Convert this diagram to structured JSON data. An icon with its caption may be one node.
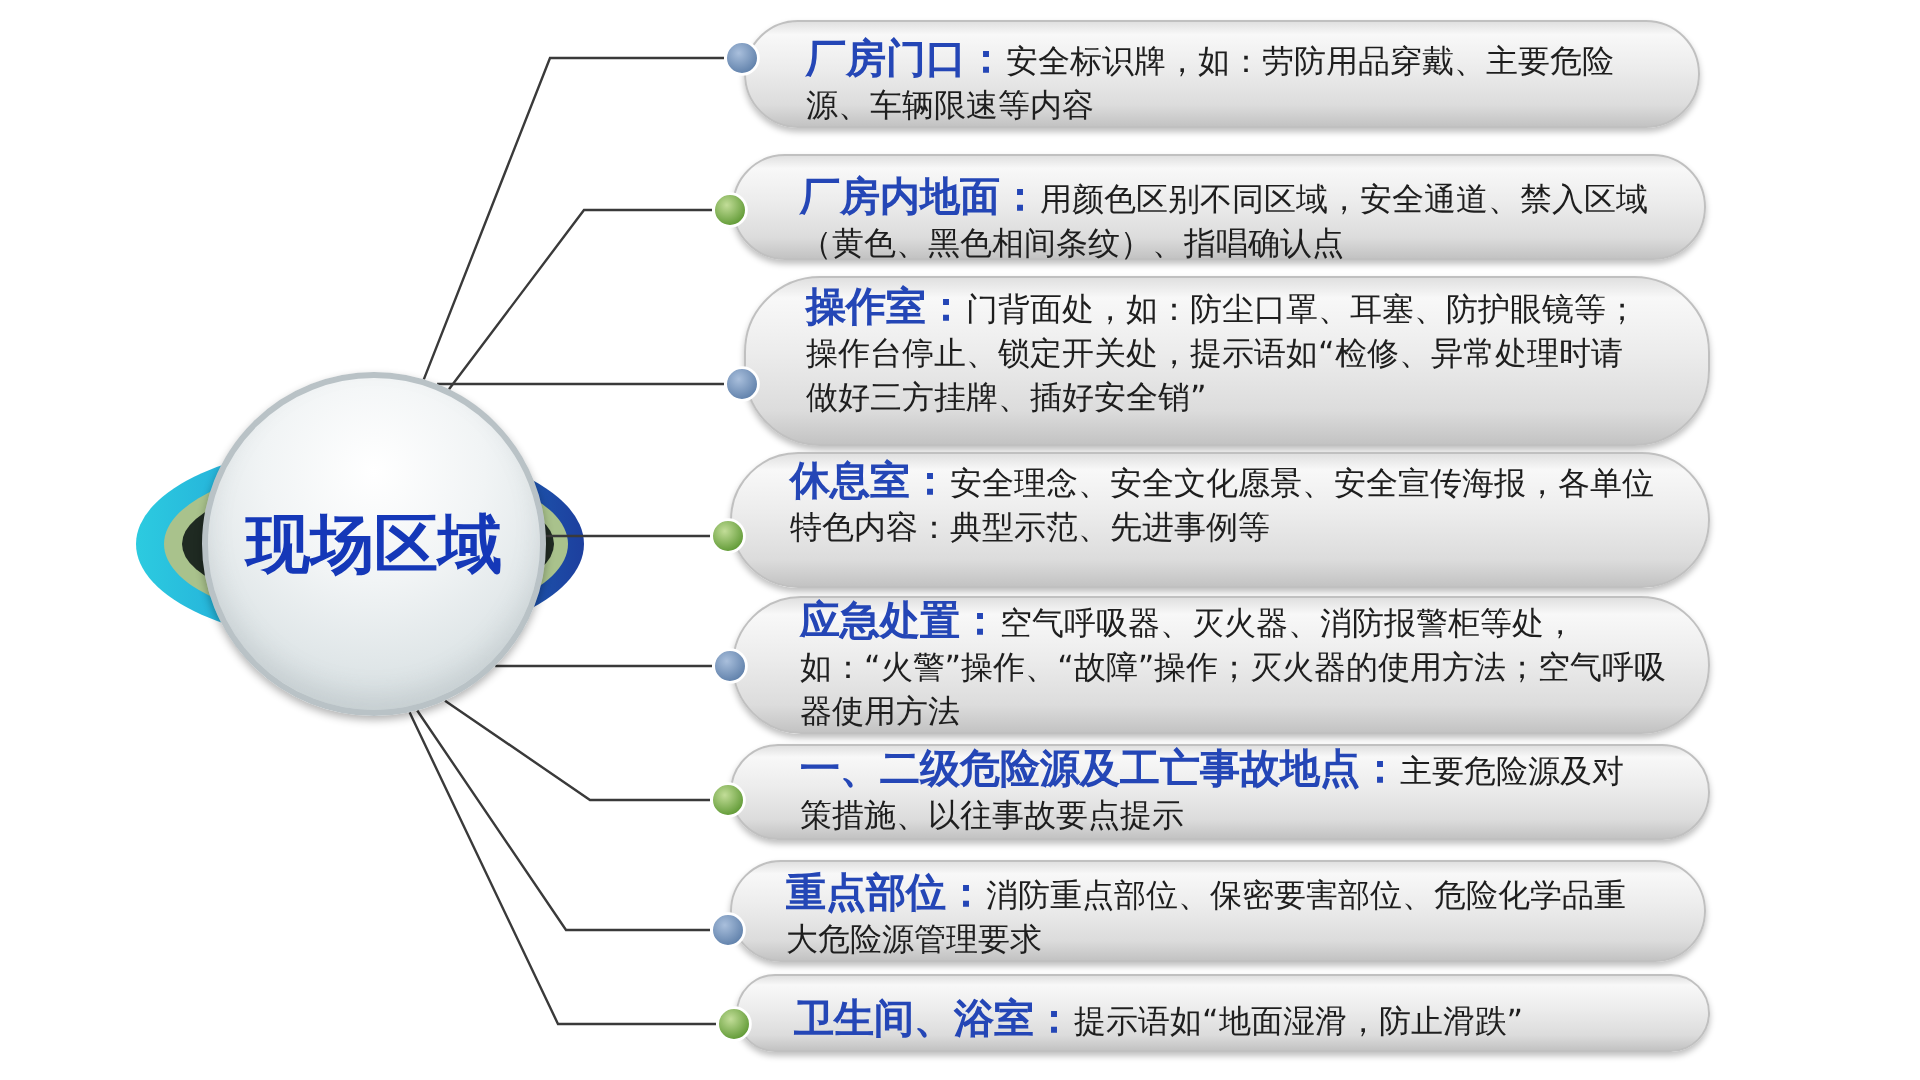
{
  "diagram": {
    "nodes": [
      {
        "text": [
          "现场区域"
        ]
      },
      {
        "text": [
          "**厂房门口：**安全标识牌，如：劳防用品穿戴、主要危险源、车辆限速等内容"
        ]
      },
      {
        "text": [
          "**厂房内地面：**用颜色区别不同区域，安全通道、禁入区域（黄色、黑色相间条纹）、指唱确认点"
        ]
      },
      {
        "text": [
          "**操作室：**门背面处，如：防尘口罩、耳塞、防护眼镜等；操作台停止、锁定开关处，提示语如“检修、异常处理时请做好三方挂牌、插好安全销”"
        ]
      },
      {
        "text": [
          "**休息室：**安全理念、安全文化愿景、安全宣传海报，各单位特色内容：典型示范、先进事例等"
        ]
      },
      {
        "text": [
          "**应急处置：**空气呼吸器、灭火器、消防报警柜等处，如：“火警”操作、“故障”操作；灭火器的使用方法；空气呼吸器使用方法"
        ]
      },
      {
        "text": [
          "**一、二级危险源及工亡事故地点：**主要危险源及对策措施、以往事故要点提示"
        ]
      },
      {
        "text": [
          "**重点部位：**消防重点部位、保密要害部位、危险化学品重大危险源管理要求"
        ]
      },
      {
        "text": [
          "**卫生间、浴室：**提示语如“地面湿滑，防止滑跌”"
        ]
      }
    ],
    "edges": [
      {
        "from": 0,
        "to": 1,
        "arrow": "none"
      },
      {
        "from": 0,
        "to": 2,
        "arrow": "none"
      },
      {
        "from": 0,
        "to": 3,
        "arrow": "none"
      },
      {
        "from": 0,
        "to": 4,
        "arrow": "none"
      },
      {
        "from": 0,
        "to": 5,
        "arrow": "none"
      },
      {
        "from": 0,
        "to": 6,
        "arrow": "none"
      },
      {
        "from": 0,
        "to": 7,
        "arrow": "none"
      },
      {
        "from": 0,
        "to": 8,
        "arrow": "none"
      }
    ]
  }
}
